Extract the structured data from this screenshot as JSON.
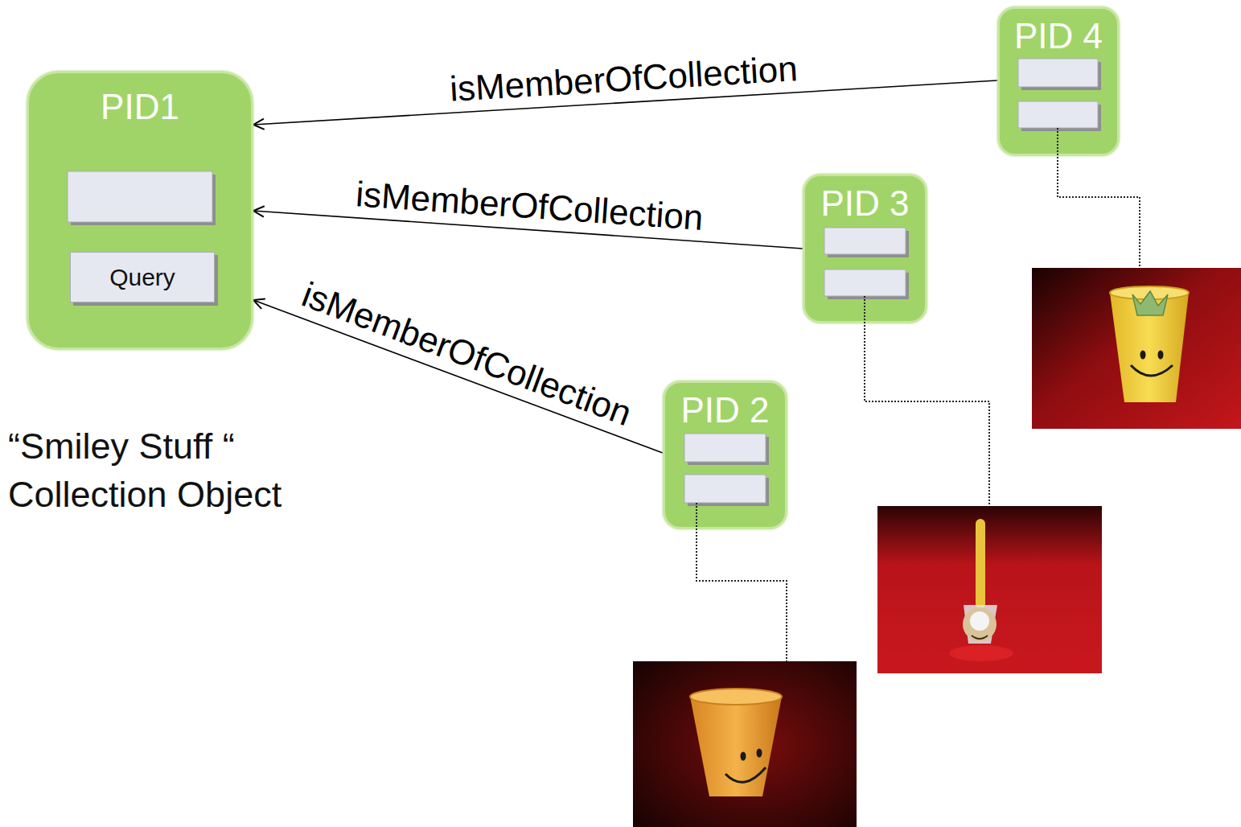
{
  "diagram": {
    "nodes": [
      {
        "text": [
          "PID1"
        ]
      },
      {
        "text": [
          "Query"
        ],
        "in": 0
      },
      {
        "text": [
          "PID 4"
        ]
      },
      {
        "text": [
          "PID 3"
        ]
      },
      {
        "text": [
          "PID 2"
        ]
      }
    ],
    "edges": [
      {
        "from": 2,
        "to": 0,
        "label": "isMemberOfCollection",
        "arrow": "to"
      },
      {
        "from": 3,
        "to": 0,
        "label": "isMemberOfCollection",
        "arrow": "to"
      },
      {
        "from": 4,
        "to": 0,
        "label": "isMemberOfCollection",
        "arrow": "to"
      }
    ],
    "labels": [
      "“Smiley Stuff “ Collection Object"
    ]
  }
}
